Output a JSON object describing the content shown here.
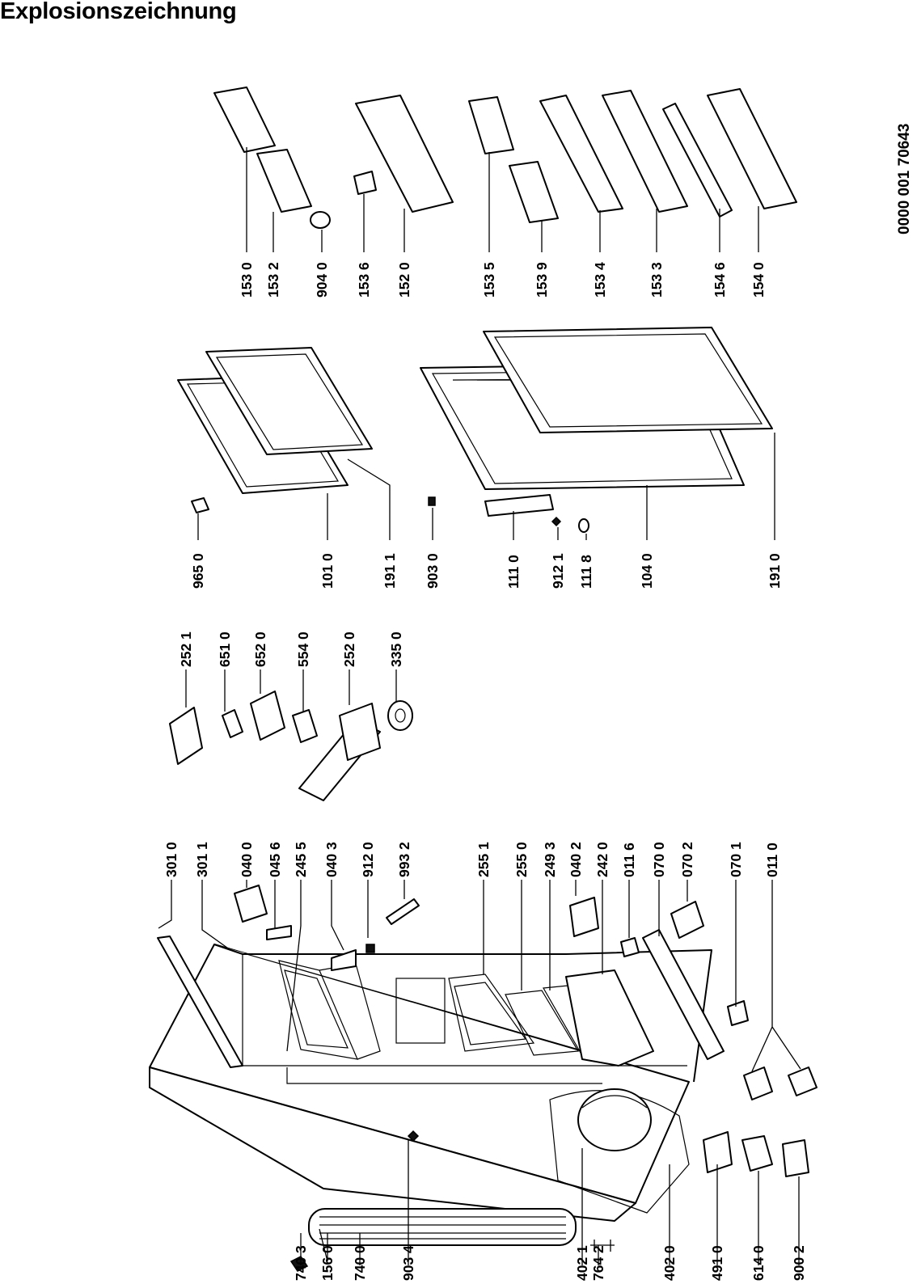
{
  "title": "Explosionszeichnung",
  "document_number": "0000 001 70643",
  "groups": {
    "cabinet": [
      "301 0",
      "301 1",
      "040 0",
      "045 6",
      "245 5",
      "040 3",
      "912 0",
      "993 2",
      "255 1",
      "255 0",
      "249 3",
      "040 2",
      "242 0",
      "011 6",
      "070 0",
      "070 2",
      "070 1",
      "011 0",
      "740 3",
      "156 0",
      "740 0",
      "903 4",
      "402 1",
      "764 2",
      "402 0",
      "491 0",
      "614 0",
      "900 2"
    ],
    "controls": [
      "252 1",
      "651 0",
      "652 0",
      "554 0",
      "252 0",
      "335 0"
    ],
    "doors": [
      "965 0",
      "101 0",
      "191 1",
      "903 0",
      "111 0",
      "912 1",
      "111 8",
      "104 0",
      "191 0"
    ],
    "door_shelves": [
      "153 0",
      "153 2",
      "904 0",
      "153 6",
      "152 0",
      "153 5",
      "153 9",
      "153 4",
      "153 3",
      "154 6",
      "154 0"
    ]
  }
}
